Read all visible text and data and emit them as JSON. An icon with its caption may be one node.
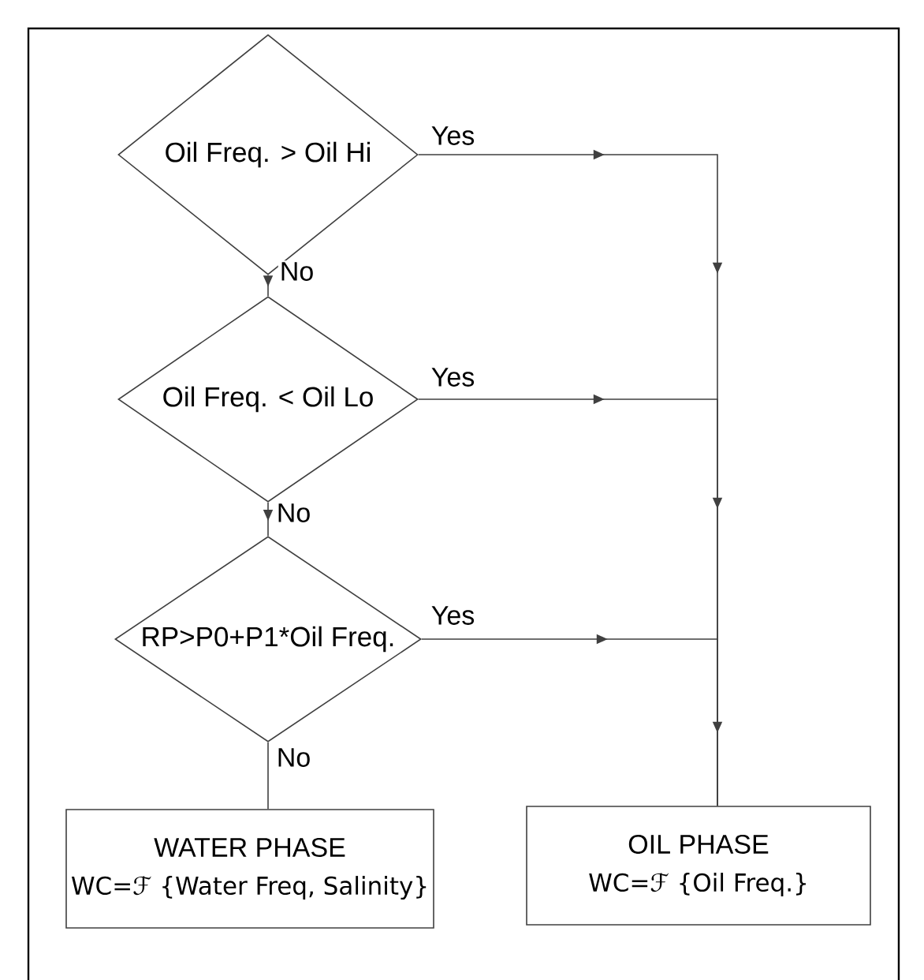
{
  "diagram": {
    "nodes": [
      {
        "text": [
          "Oil Freq. > Oil Hi"
        ]
      },
      {
        "text": [
          "Oil Freq. < Oil Lo"
        ]
      },
      {
        "text": [
          "RP>P0+P1*Oil Freq."
        ]
      },
      {
        "text": [
          "WATER PHASE",
          "WC=ℱ {Water Freq, Salinity}"
        ]
      },
      {
        "text": [
          "OIL PHASE",
          "WC=ℱ {Oil Freq.}"
        ]
      }
    ],
    "edges": [
      {
        "from": 0,
        "to": 1,
        "arrow": "to",
        "label": "No"
      },
      {
        "from": 1,
        "to": 2,
        "arrow": "to",
        "label": "No"
      },
      {
        "from": 2,
        "to": 3,
        "arrow": "none",
        "label": "No"
      },
      {
        "from": 0,
        "to": 4,
        "arrow": "to",
        "label": "Yes"
      },
      {
        "from": 1,
        "to": 4,
        "arrow": "to",
        "label": "Yes"
      },
      {
        "from": 2,
        "to": 4,
        "arrow": "to",
        "label": "Yes"
      }
    ]
  }
}
